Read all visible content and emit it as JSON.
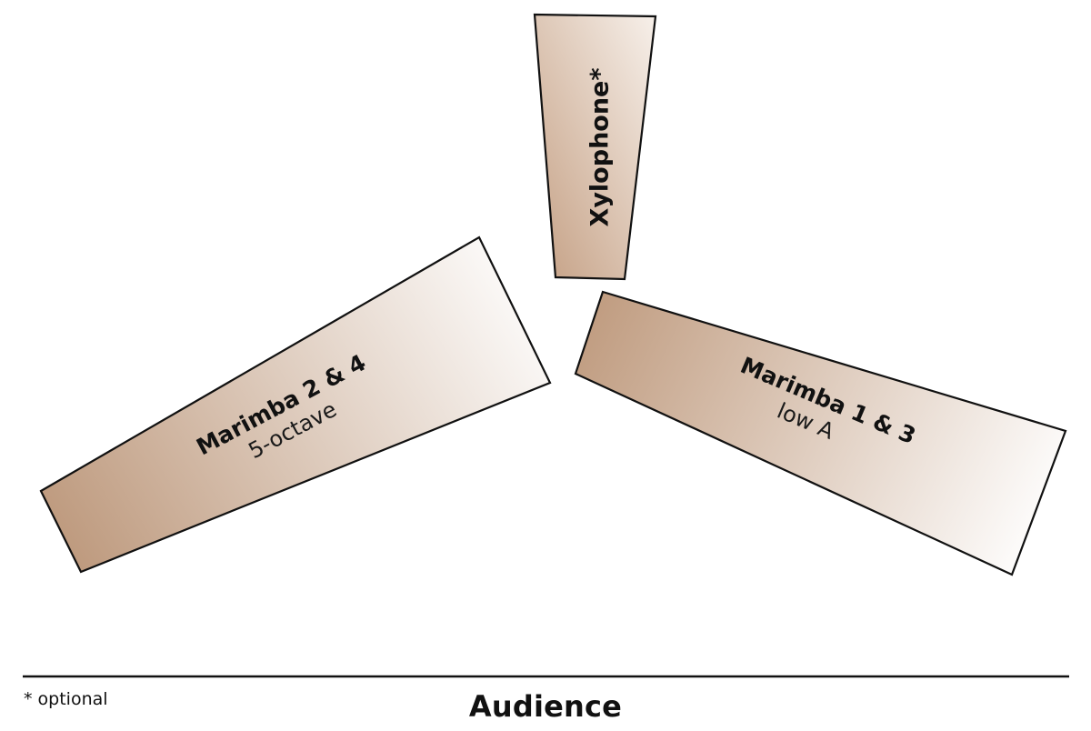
{
  "instruments": {
    "xylophone": {
      "name": "Xylophone*"
    },
    "marimba_left": {
      "name": "Marimba 2 & 4",
      "detail": "5-octave"
    },
    "marimba_right": {
      "name": "Marimba 1 & 3",
      "detail": "low A"
    }
  },
  "footnote": "* optional",
  "audience_label": "Audience",
  "colors": {
    "fill_dark": "#c09c80",
    "fill_light": "#ffffff",
    "outline": "#111111"
  }
}
